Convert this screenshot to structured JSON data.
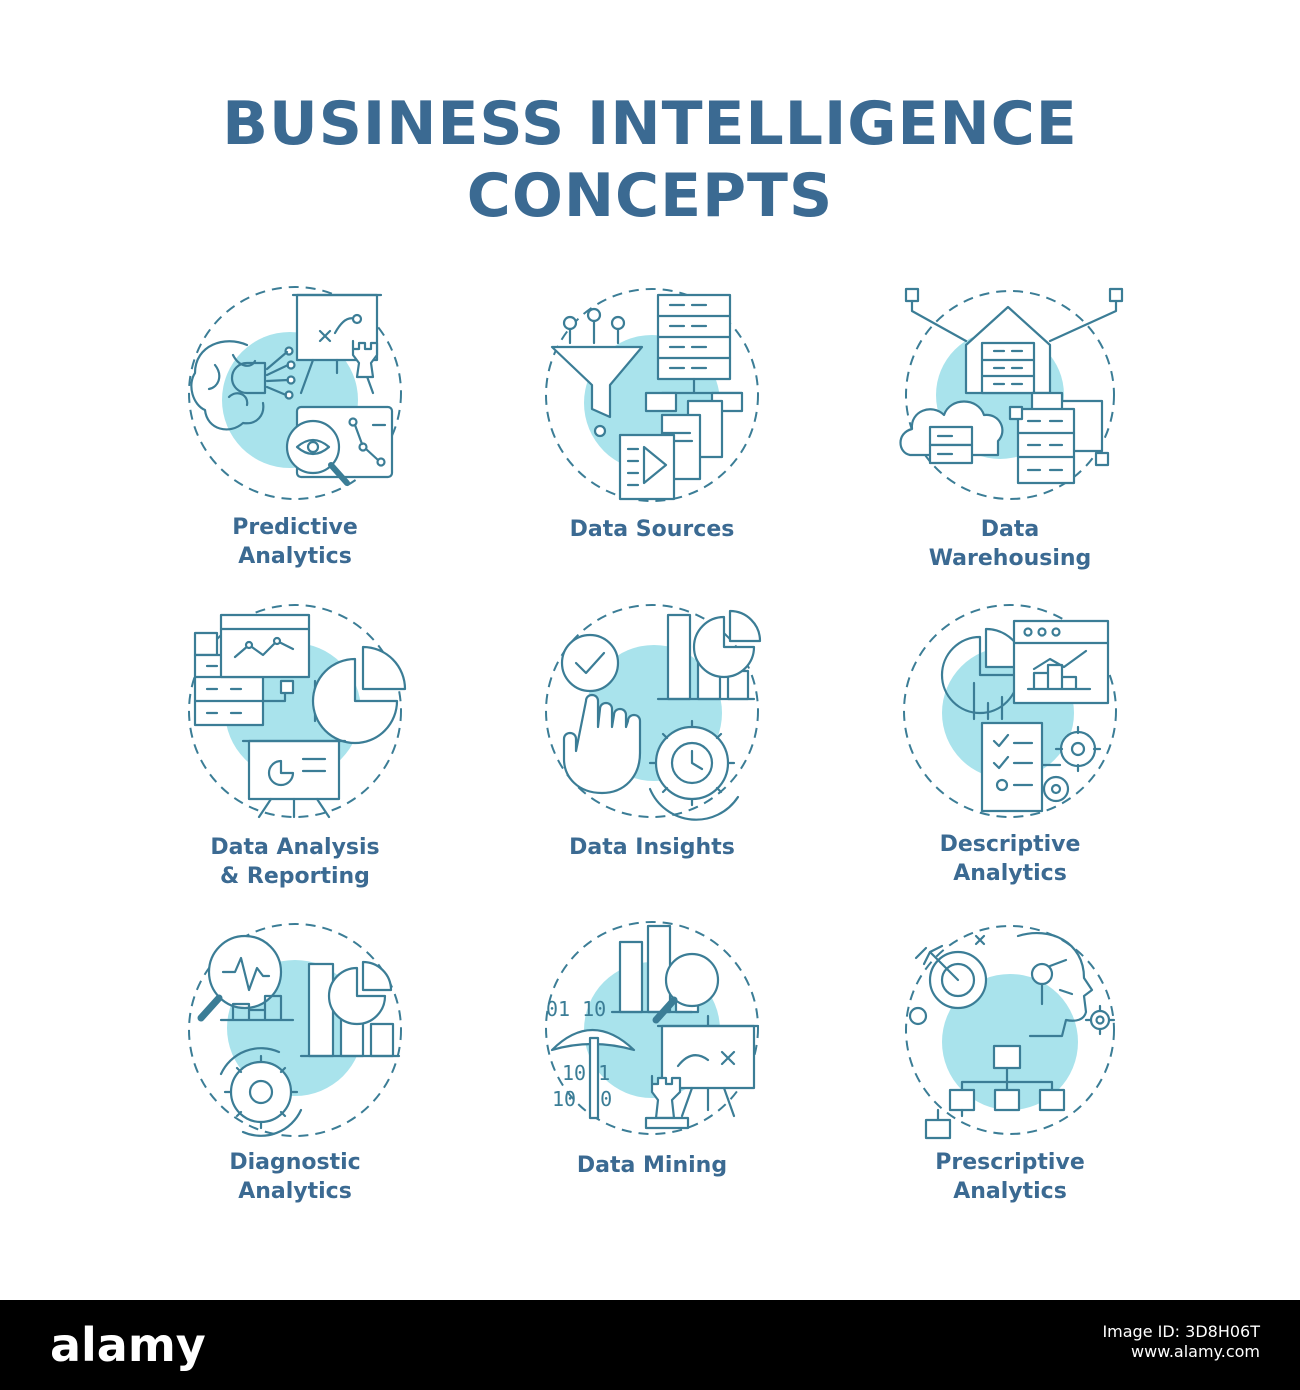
{
  "header": {
    "title_line1": "BUSINESS INTELLIGENCE",
    "title_line2": "CONCEPTS"
  },
  "concepts": [
    {
      "line1": "Predictive",
      "line2": "Analytics",
      "icon": "predictive-analytics-icon"
    },
    {
      "line1": "Data Sources",
      "line2": "",
      "icon": "data-sources-icon"
    },
    {
      "line1": "Data",
      "line2": "Warehousing",
      "icon": "data-warehousing-icon"
    },
    {
      "line1": "Data Analysis",
      "line2": "& Reporting",
      "icon": "data-analysis-reporting-icon"
    },
    {
      "line1": "Data Insights",
      "line2": "",
      "icon": "data-insights-icon"
    },
    {
      "line1": "Descriptive",
      "line2": "Analytics",
      "icon": "descriptive-analytics-icon"
    },
    {
      "line1": "Diagnostic",
      "line2": "Analytics",
      "icon": "diagnostic-analytics-icon"
    },
    {
      "line1": "Data Mining",
      "line2": "",
      "icon": "data-mining-icon"
    },
    {
      "line1": "Prescriptive",
      "line2": "Analytics",
      "icon": "prescriptive-analytics-icon"
    }
  ],
  "mining_bits": {
    "row1": "01 10",
    "row2": "10 1",
    "row3": "10 10"
  },
  "footer": {
    "logo": "alamy",
    "image_id_line1": "Image ID: 3D8H06T",
    "image_id_line2": "www.alamy.com"
  },
  "colors": {
    "title": "#3b6a92",
    "stroke": "#3b7d96",
    "accent": "#a9e3ec",
    "footer_bg": "#000000"
  }
}
